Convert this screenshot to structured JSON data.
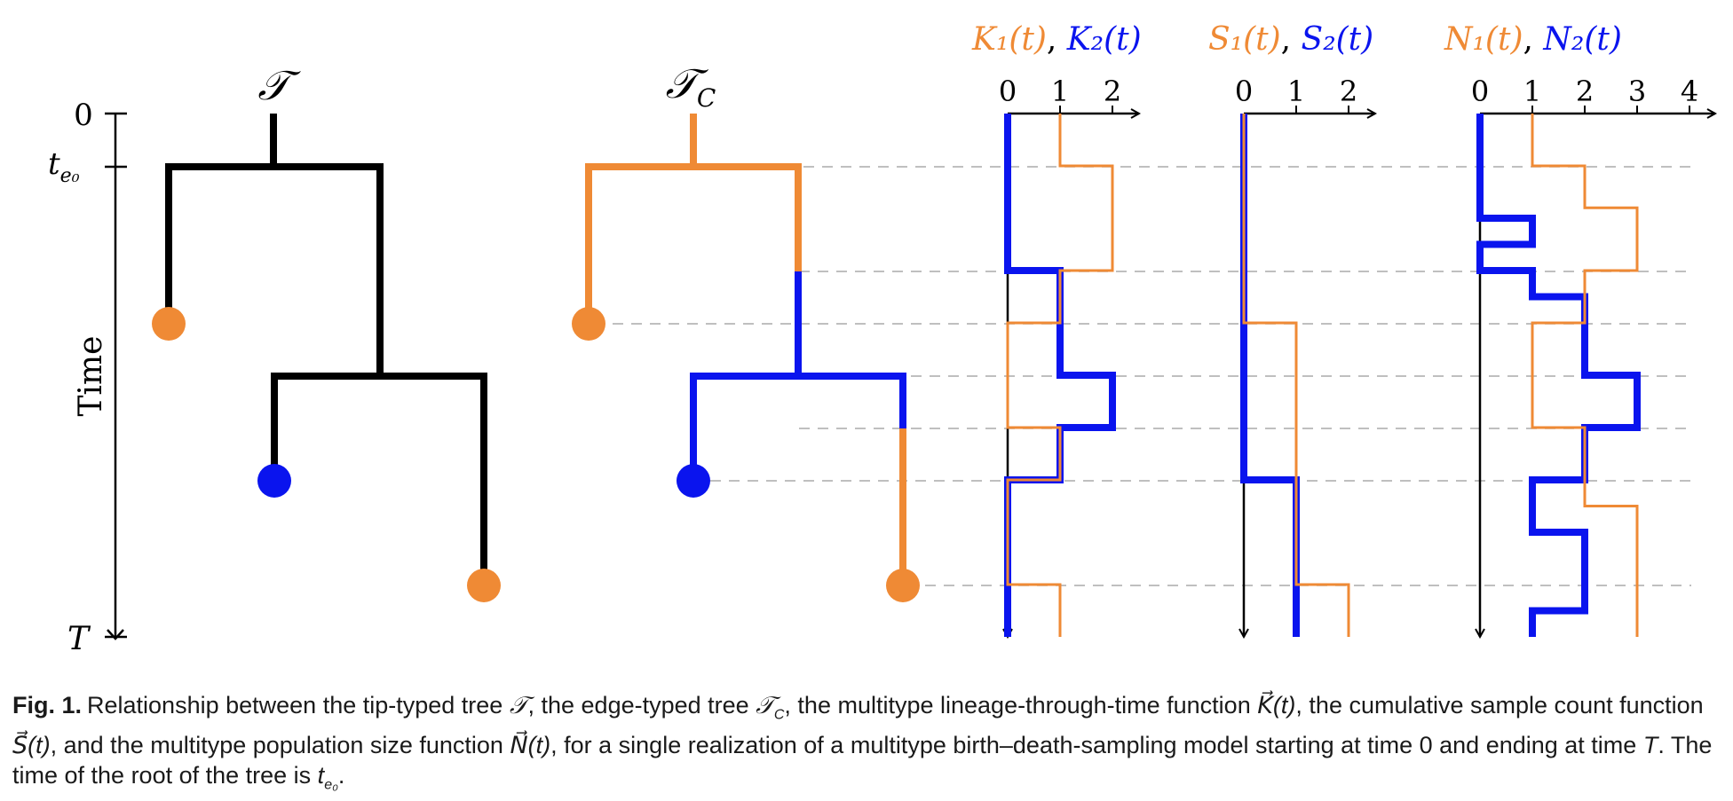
{
  "colors": {
    "type1": "#ef8a35",
    "type2": "#0a14ee",
    "black": "#000000",
    "dashed": "#aaaaaa"
  },
  "time_axis": {
    "label": "Time",
    "tick_top": "0",
    "tick_root_base": "t",
    "tick_root_sub": "e₀",
    "tick_bottom": "T"
  },
  "trees": {
    "tip_typed_title": "𝒯",
    "edge_typed_title_base": "𝒯",
    "edge_typed_title_sub": "C"
  },
  "panels": [
    {
      "name": "K",
      "title_type1": "K₁(t)",
      "title_sep": ", ",
      "title_type2": "K₂(t)",
      "ticks": [
        "0",
        "1",
        "2"
      ],
      "type1_steps": [
        [
          0,
          1
        ],
        [
          0.1,
          2
        ],
        [
          0.3,
          1
        ],
        [
          0.4,
          0
        ],
        [
          0.6,
          1
        ],
        [
          0.7,
          0
        ],
        [
          0.9,
          1
        ],
        [
          1,
          1
        ]
      ],
      "type2_steps": [
        [
          0,
          0
        ],
        [
          0.3,
          1
        ],
        [
          0.5,
          2
        ],
        [
          0.6,
          1
        ],
        [
          0.7,
          0
        ],
        [
          1,
          0
        ]
      ]
    },
    {
      "name": "S",
      "title_type1": "S₁(t)",
      "title_sep": ", ",
      "title_type2": "S₂(t)",
      "ticks": [
        "0",
        "1",
        "2"
      ],
      "type1_steps": [
        [
          0,
          0
        ],
        [
          0.4,
          1
        ],
        [
          0.9,
          2
        ],
        [
          1,
          2
        ]
      ],
      "type2_steps": [
        [
          0,
          0
        ],
        [
          0.7,
          1
        ],
        [
          1,
          1
        ]
      ]
    },
    {
      "name": "N",
      "title_type1": "N₁(t)",
      "title_sep": ", ",
      "title_type2": "N₂(t)",
      "ticks": [
        "0",
        "1",
        "2",
        "3",
        "4"
      ],
      "type1_steps": [
        [
          0,
          1
        ],
        [
          0.1,
          2
        ],
        [
          0.18,
          3
        ],
        [
          0.3,
          2
        ],
        [
          0.4,
          1
        ],
        [
          0.6,
          2
        ],
        [
          0.75,
          3
        ],
        [
          1,
          3
        ]
      ],
      "type2_steps": [
        [
          0,
          0
        ],
        [
          0.2,
          1
        ],
        [
          0.25,
          0
        ],
        [
          0.3,
          1
        ],
        [
          0.35,
          2
        ],
        [
          0.5,
          3
        ],
        [
          0.6,
          2
        ],
        [
          0.7,
          1
        ],
        [
          0.8,
          2
        ],
        [
          0.95,
          1
        ],
        [
          1,
          1
        ]
      ]
    }
  ],
  "caption": {
    "label": "Fig. 1.",
    "p1": "Relationship between the tip-typed tree ",
    "p1_sym": "𝒯",
    "p2": ", the edge-typed tree ",
    "p2_sym": "𝒯",
    "p2_sub": "C",
    "p3": ", the multitype lineage-through-time function ",
    "p3_fn": "K⃗(t)",
    "p4": ", the cumulative sample count function ",
    "p4_fn": "S⃗(t)",
    "p5": ", and the multitype population size function ",
    "p5_fn": "N⃗(t)",
    "p6": ", for a single realization of a multitype birth–death-sampling model starting at time 0 and ending at time ",
    "p6_sym": "T",
    "p7": ". The time of the root of the tree is ",
    "p7_sym": "t",
    "p7_sub": "e₀",
    "p8": "."
  }
}
